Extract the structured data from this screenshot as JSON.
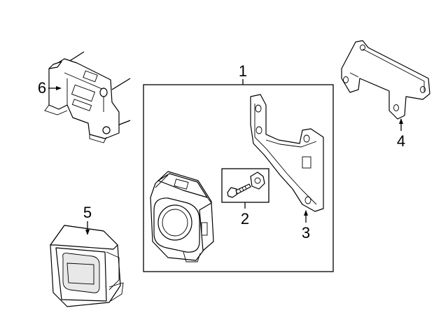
{
  "diagram": {
    "callouts": [
      {
        "id": "1",
        "label": "1"
      },
      {
        "id": "2",
        "label": "2"
      },
      {
        "id": "3",
        "label": "3"
      },
      {
        "id": "4",
        "label": "4"
      },
      {
        "id": "5",
        "label": "5"
      },
      {
        "id": "6",
        "label": "6"
      }
    ],
    "parts": [
      {
        "callout": "1",
        "icon": "radar-sensor-assembly-box"
      },
      {
        "callout": "2",
        "icon": "bolt-and-clip-kit"
      },
      {
        "callout": "3",
        "icon": "sensor-bracket"
      },
      {
        "callout": "4",
        "icon": "mounting-bracket"
      },
      {
        "callout": "5",
        "icon": "sensor-cover-housing"
      },
      {
        "callout": "6",
        "icon": "module-bracket-with-studs"
      }
    ],
    "colors": {
      "ink": "#000000",
      "background": "#ffffff",
      "shade": "#e8e8e8"
    }
  }
}
